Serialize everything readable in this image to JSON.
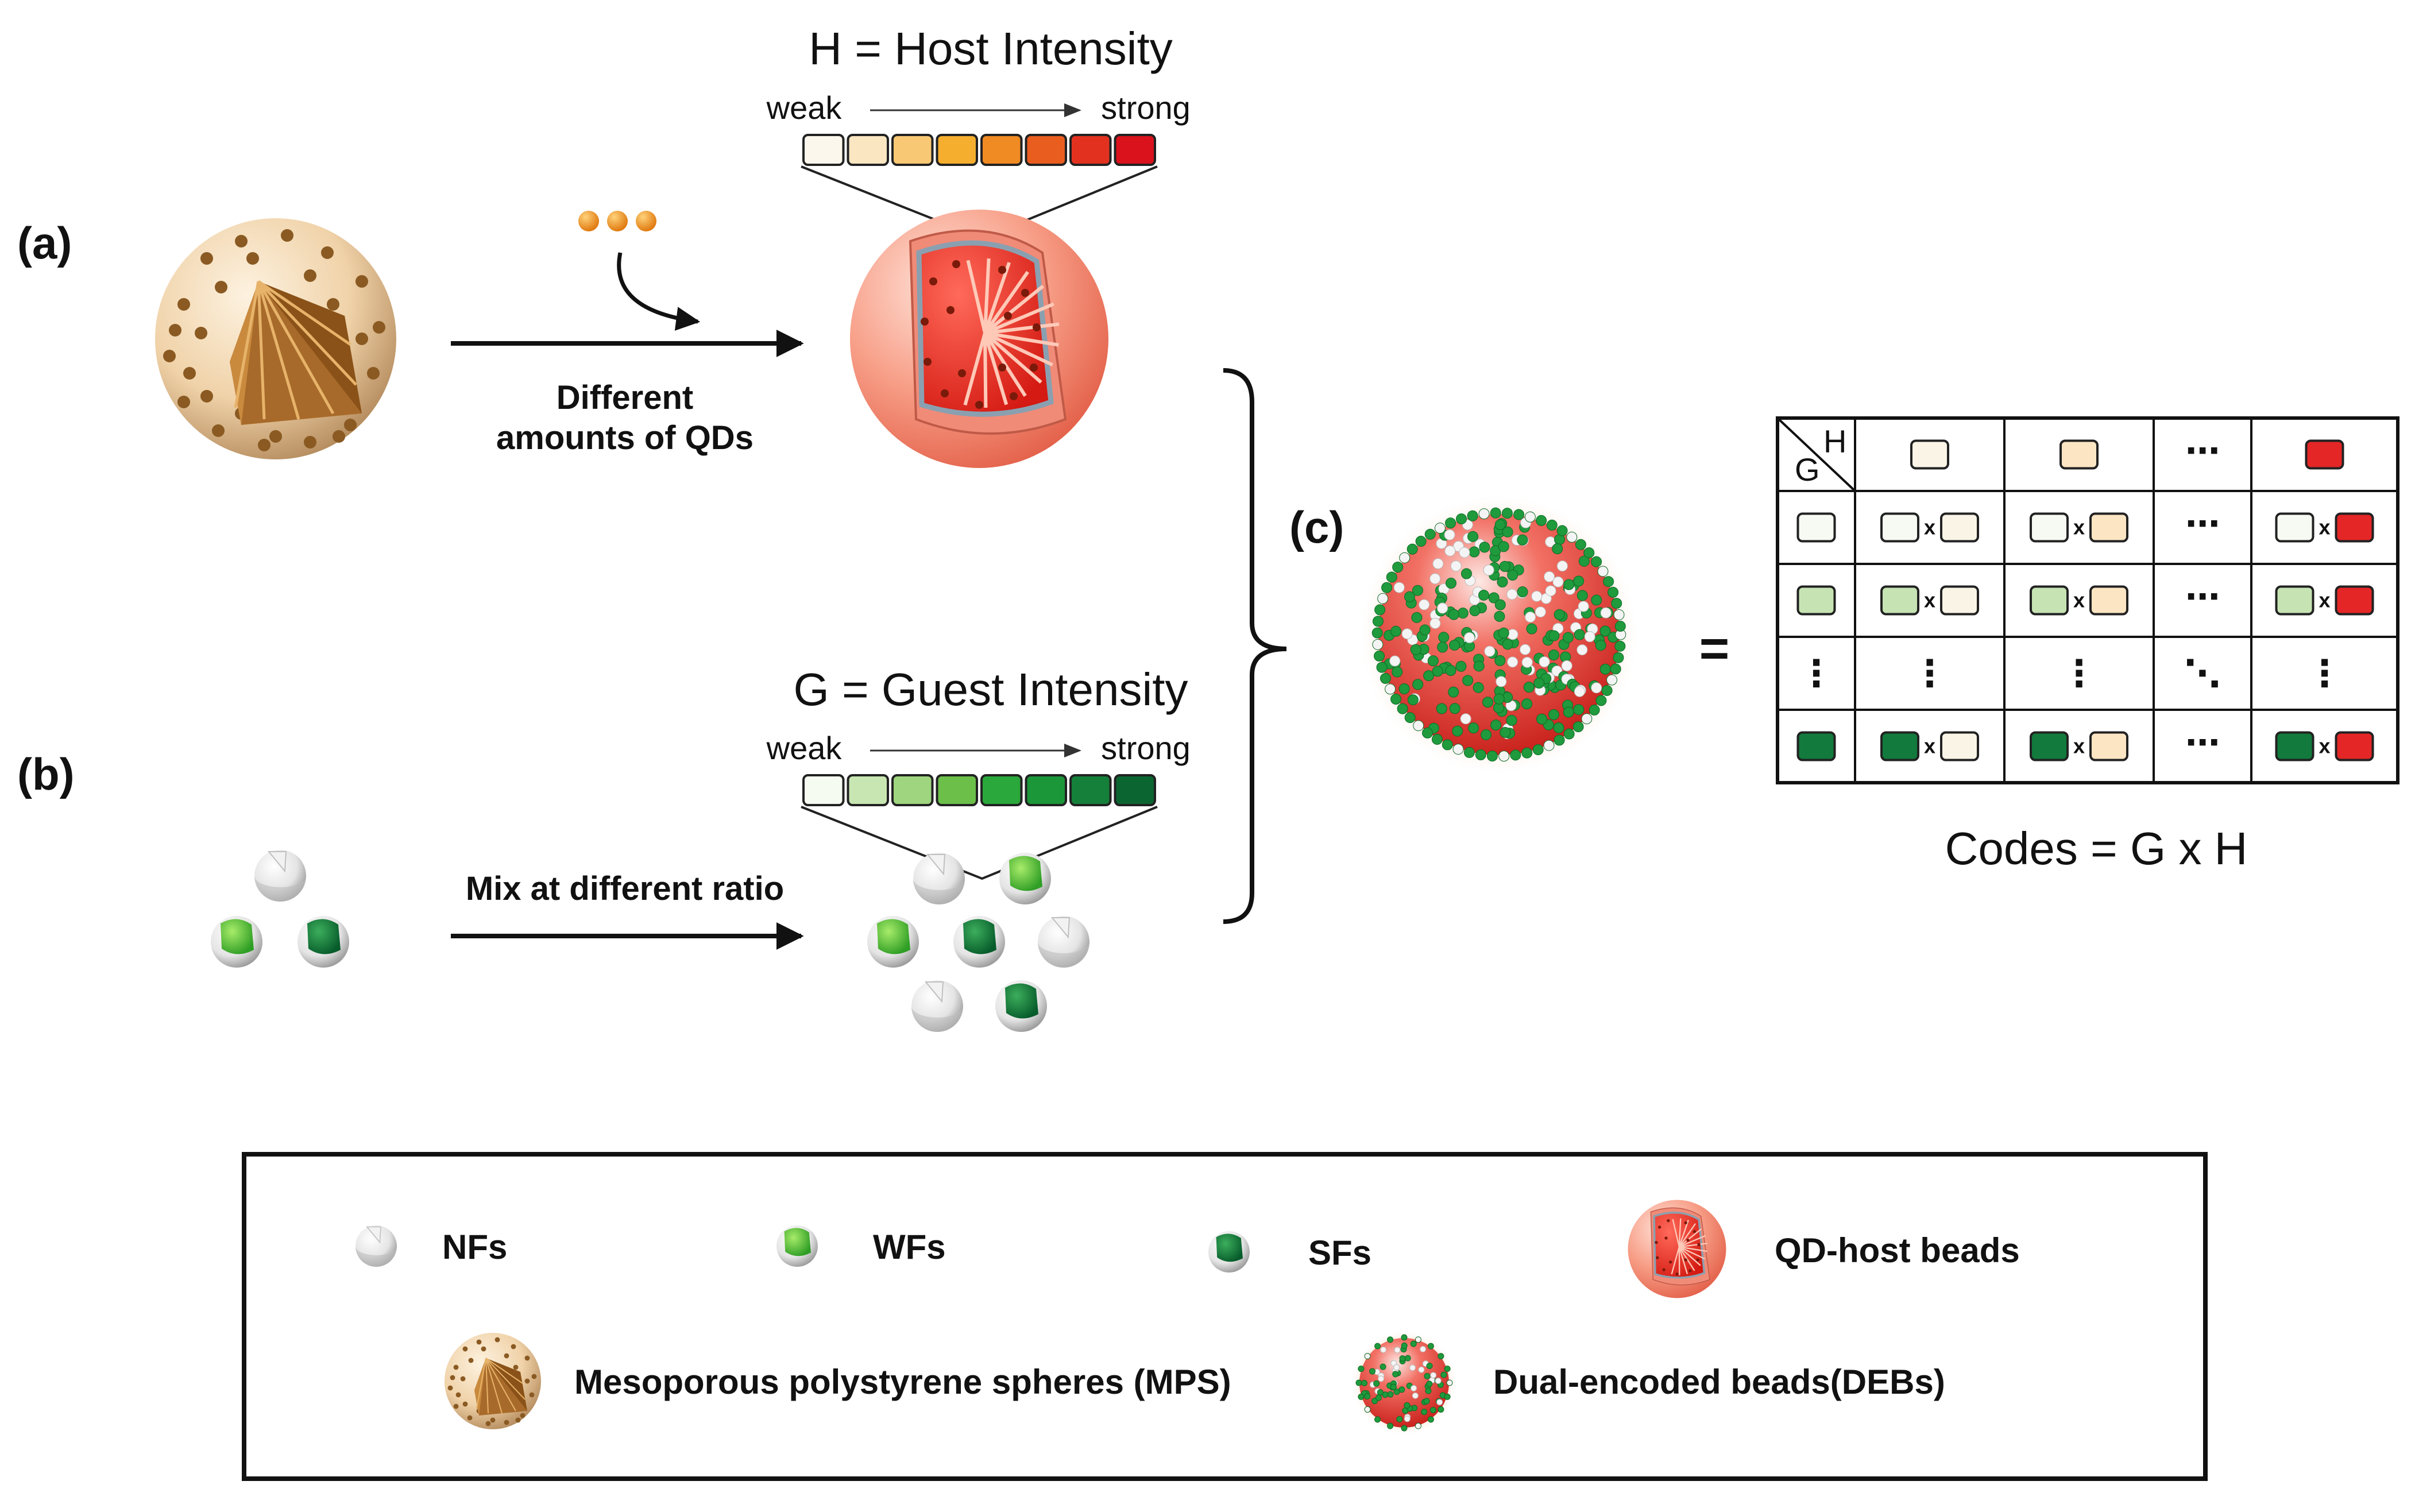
{
  "panels": {
    "a_label": "(a)",
    "b_label": "(b)",
    "c_label": "(c)"
  },
  "host": {
    "title": "H = Host Intensity",
    "weak": "weak",
    "strong": "strong",
    "scale_colors": [
      "#fbf7ec",
      "#fbe6c2",
      "#f9c874",
      "#f5ae2e",
      "#f08a22",
      "#e95d1f",
      "#e2321f",
      "#d9121c"
    ],
    "arrow_caption_line1": "Different",
    "arrow_caption_line2": "amounts of QDs"
  },
  "guest": {
    "title": "G = Guest Intensity",
    "weak": "weak",
    "strong": "strong",
    "scale_colors": [
      "#f6fbf1",
      "#c8e6b2",
      "#9fd57f",
      "#6cc04a",
      "#2aa83b",
      "#1b9638",
      "#15803a",
      "#0b6531"
    ],
    "arrow_caption": "Mix at different ratio"
  },
  "equals": "=",
  "code_table": {
    "corner_g": "G",
    "corner_h": "H",
    "times": "x",
    "ellipsis_h": "⋯",
    "ellipsis_v": "⋮",
    "ellipsis_d": "⋱",
    "host_colors": [
      "#f9f4e6",
      "#fbe5c3",
      "#e42626"
    ],
    "guest_colors": [
      "#f6faf3",
      "#c6e4b3",
      "#117a3c"
    ],
    "formula": "Codes = G x H"
  },
  "legend": {
    "nfs": "NFs",
    "wfs": "WFs",
    "sfs": "SFs",
    "qd_host": "QD-host beads",
    "mps": "Mesoporous polystyrene spheres (MPS)",
    "debs": "Dual-encoded beads(DEBs)"
  }
}
